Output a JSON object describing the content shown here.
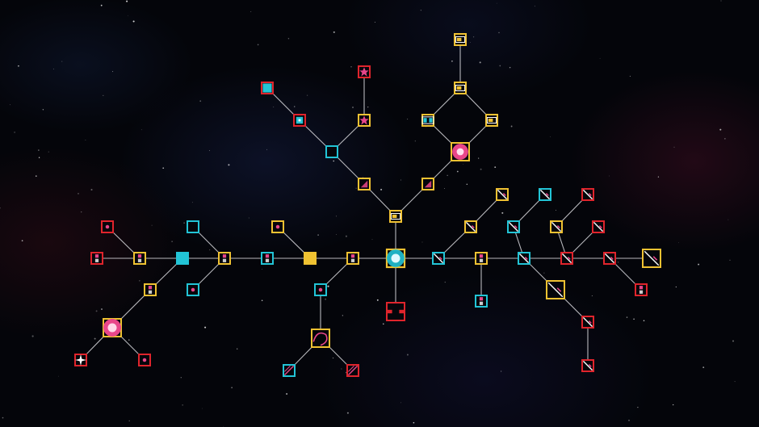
{
  "colors": {
    "yellow": "#f0c232",
    "cyan": "#22c4d6",
    "red": "#e0242c",
    "line": "#d8d8dc",
    "glyph_pink": "#e8468a"
  },
  "nodes": [
    {
      "id": "core",
      "color": "cyan",
      "icon": "core-orb-icon",
      "size": "large",
      "fill": "yellow"
    },
    {
      "id": "shield-bottom",
      "color": "red",
      "icon": "double-dot-icon",
      "size": "large"
    },
    {
      "id": "trunk-up",
      "color": "yellow",
      "icon": "battery-icon",
      "size": "small"
    },
    {
      "id": "branch-left-1",
      "color": "yellow",
      "icon": "shard-icon",
      "size": "small"
    },
    {
      "id": "branch-right-1",
      "color": "yellow",
      "icon": "shard-icon",
      "size": "small"
    },
    {
      "id": "left-hub",
      "color": "cyan",
      "icon": "square-icon",
      "size": "small"
    },
    {
      "id": "left-leaf-a",
      "color": "yellow",
      "icon": "module-icon",
      "size": "small"
    },
    {
      "id": "left-leaf-b",
      "color": "yellow",
      "icon": "star-icon",
      "size": "small"
    },
    {
      "id": "left-tip-a",
      "color": "red",
      "icon": "module-icon",
      "size": "small"
    },
    {
      "id": "left-tip-b",
      "color": "red",
      "icon": "star-icon",
      "size": "small"
    },
    {
      "id": "left-top-cyan",
      "color": "red",
      "icon": "cyan-cell-icon",
      "size": "small"
    },
    {
      "id": "right-mid",
      "color": "yellow",
      "icon": "ring-icon",
      "size": "large"
    },
    {
      "id": "diamond-left",
      "color": "yellow",
      "icon": "double-battery-icon",
      "size": "small"
    },
    {
      "id": "diamond-right",
      "color": "yellow",
      "icon": "battery-icon",
      "size": "small"
    },
    {
      "id": "diamond-top",
      "color": "yellow",
      "icon": "battery-icon",
      "size": "small"
    },
    {
      "id": "diamond-tip",
      "color": "yellow",
      "icon": "battery-icon",
      "size": "small"
    },
    {
      "id": "spine-l1",
      "color": "yellow",
      "icon": "pip-icon",
      "size": "small"
    },
    {
      "id": "spine-l2",
      "color": "yellow",
      "icon": "filled-square-icon",
      "size": "small"
    },
    {
      "id": "spine-l3",
      "color": "cyan",
      "icon": "pip-icon",
      "size": "small"
    },
    {
      "id": "spine-l4",
      "color": "yellow",
      "icon": "pip-icon",
      "size": "small"
    },
    {
      "id": "spine-l5",
      "color": "cyan",
      "icon": "filled-cyan-icon",
      "size": "small"
    },
    {
      "id": "spine-l6",
      "color": "yellow",
      "icon": "pip-icon",
      "size": "small"
    },
    {
      "id": "spine-l7",
      "color": "red",
      "icon": "pip-icon",
      "size": "small"
    },
    {
      "id": "spine-l2-up",
      "color": "yellow",
      "icon": "dot-icon",
      "size": "small"
    },
    {
      "id": "spine-l4-up",
      "color": "cyan",
      "icon": "empty-icon",
      "size": "small"
    },
    {
      "id": "spine-l4-down",
      "color": "cyan",
      "icon": "dot-icon",
      "size": "small"
    },
    {
      "id": "spine-l6-up",
      "color": "red",
      "icon": "dot-icon",
      "size": "small"
    },
    {
      "id": "spine-l5-down",
      "color": "yellow",
      "icon": "pip-icon",
      "size": "small"
    },
    {
      "id": "left-big",
      "color": "yellow",
      "icon": "pink-orb-icon",
      "size": "large"
    },
    {
      "id": "left-big-a",
      "color": "red",
      "icon": "sparkle-icon",
      "size": "small"
    },
    {
      "id": "left-big-b",
      "color": "red",
      "icon": "dot-icon",
      "size": "small"
    },
    {
      "id": "drop-hub",
      "color": "cyan",
      "icon": "dot-icon",
      "size": "small"
    },
    {
      "id": "drop-big",
      "color": "yellow",
      "icon": "swirl-icon",
      "size": "large"
    },
    {
      "id": "drop-a",
      "color": "cyan",
      "icon": "slash-icon",
      "size": "small"
    },
    {
      "id": "drop-b",
      "color": "red",
      "icon": "slash-icon",
      "size": "small"
    },
    {
      "id": "spine-r1",
      "color": "cyan",
      "icon": "sword-icon",
      "size": "small"
    },
    {
      "id": "spine-r2",
      "color": "yellow",
      "icon": "pip-icon",
      "size": "small"
    },
    {
      "id": "spine-r3",
      "color": "cyan",
      "icon": "sword-icon",
      "size": "small"
    },
    {
      "id": "spine-r4",
      "color": "red",
      "icon": "sword-icon",
      "size": "small"
    },
    {
      "id": "spine-r5",
      "color": "red",
      "icon": "sword-icon",
      "size": "small"
    },
    {
      "id": "spine-r6",
      "color": "yellow",
      "icon": "sword-icon",
      "size": "large"
    },
    {
      "id": "r1-up",
      "color": "yellow",
      "icon": "sword-icon",
      "size": "small"
    },
    {
      "id": "r1-up2",
      "color": "yellow",
      "icon": "sword-icon",
      "size": "small"
    },
    {
      "id": "r2-down",
      "color": "cyan",
      "icon": "pip-icon",
      "size": "small"
    },
    {
      "id": "r3-up",
      "color": "cyan",
      "icon": "sword-icon",
      "size": "small"
    },
    {
      "id": "r3-up2",
      "color": "cyan",
      "icon": "sword-icon",
      "size": "small"
    },
    {
      "id": "r4-up",
      "color": "yellow",
      "icon": "sword-icon",
      "size": "small"
    },
    {
      "id": "r4-up2",
      "color": "red",
      "icon": "sword-icon",
      "size": "small"
    },
    {
      "id": "r5-up",
      "color": "red",
      "icon": "sword-icon",
      "size": "small"
    },
    {
      "id": "r5-down",
      "color": "red",
      "icon": "pip-icon",
      "size": "small"
    },
    {
      "id": "r3-down",
      "color": "yellow",
      "icon": "sword-icon",
      "size": "large"
    },
    {
      "id": "r3-down2",
      "color": "red",
      "icon": "sword-icon",
      "size": "small"
    },
    {
      "id": "r3-down3",
      "color": "red",
      "icon": "sword-icon",
      "size": "small"
    }
  ]
}
